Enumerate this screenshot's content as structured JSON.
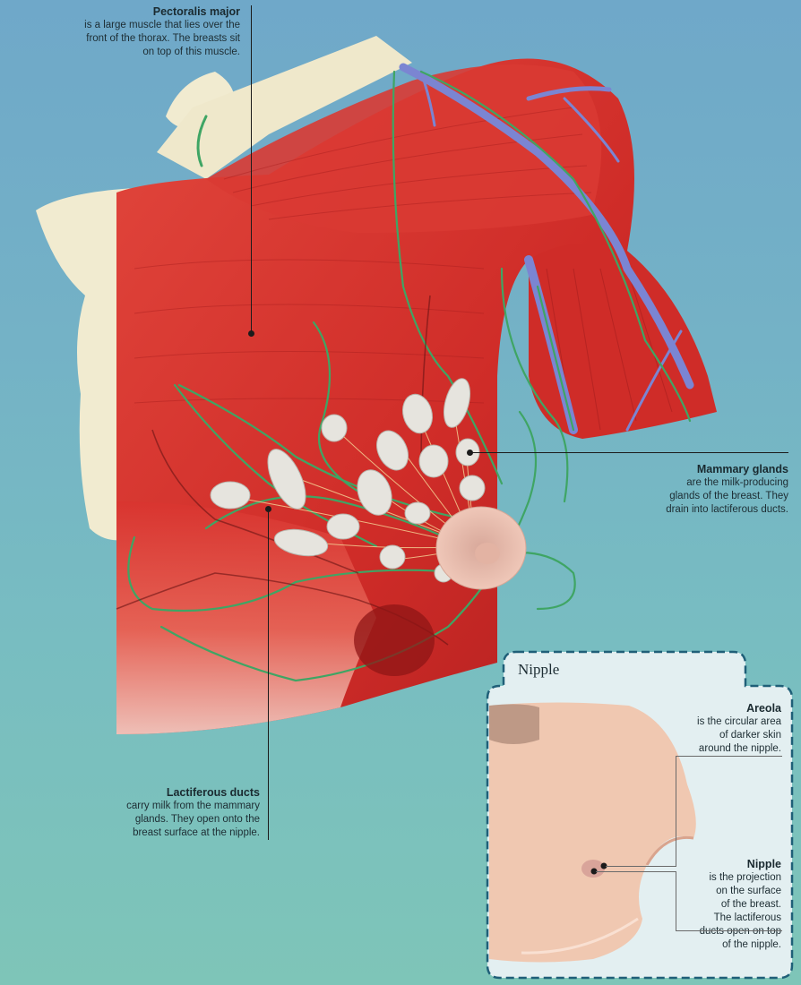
{
  "figure": {
    "background_top": "#6fa8c9",
    "background_bottom": "#7ec5b8",
    "muscle_color": "#d7332e",
    "bone_color": "#f1ebd0",
    "gland_color": "#e6e4de",
    "nerve_color": "#3fa564",
    "vein_color": "#7b85d2"
  },
  "annotations": {
    "pectoralis": {
      "title": "Pectoralis major",
      "description": "is a large muscle that lies over the\nfront of the thorax. The breasts sit\non top of this muscle."
    },
    "mammary": {
      "title": "Mammary glands",
      "description": "are the milk-producing\nglands of the breast. They\ndrain into lactiferous ducts."
    },
    "lactiferous": {
      "title": "Lactiferous ducts",
      "description": "carry milk from the mammary\nglands. They open onto the\nbreast surface at the nipple."
    }
  },
  "inset": {
    "title": "Nipple",
    "border_color": "#1f5f78",
    "fill_color": "#e3eff1",
    "areola": {
      "title": "Areola",
      "description": "is the circular area\nof darker skin\naround the nipple."
    },
    "nipple": {
      "title": "Nipple",
      "description": "is the projection\non the surface\nof the breast.\nThe lactiferous\nducts open on top\nof the nipple."
    }
  }
}
